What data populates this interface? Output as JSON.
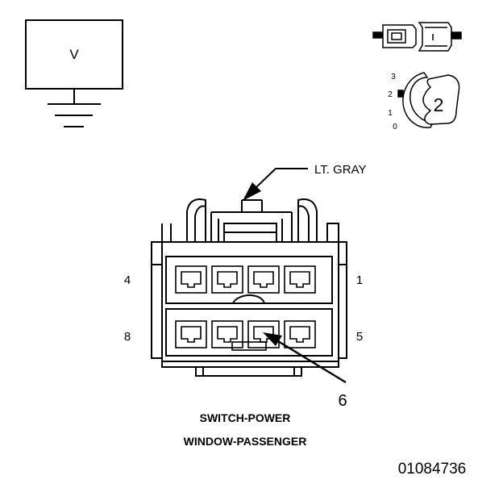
{
  "meter": {
    "label": "V"
  },
  "key_positions": {
    "p3": "3",
    "p2": "2",
    "p1": "1",
    "p0": "0",
    "selected": "2"
  },
  "connector": {
    "color_label": "LT. GRAY",
    "pin_top_left": "4",
    "pin_top_right": "1",
    "pin_bottom_left": "8",
    "pin_bottom_right": "5",
    "pointer_pin": "6"
  },
  "caption": {
    "line1": "SWITCH-POWER",
    "line2": "WINDOW-PASSENGER"
  },
  "figure_id": "01084736"
}
